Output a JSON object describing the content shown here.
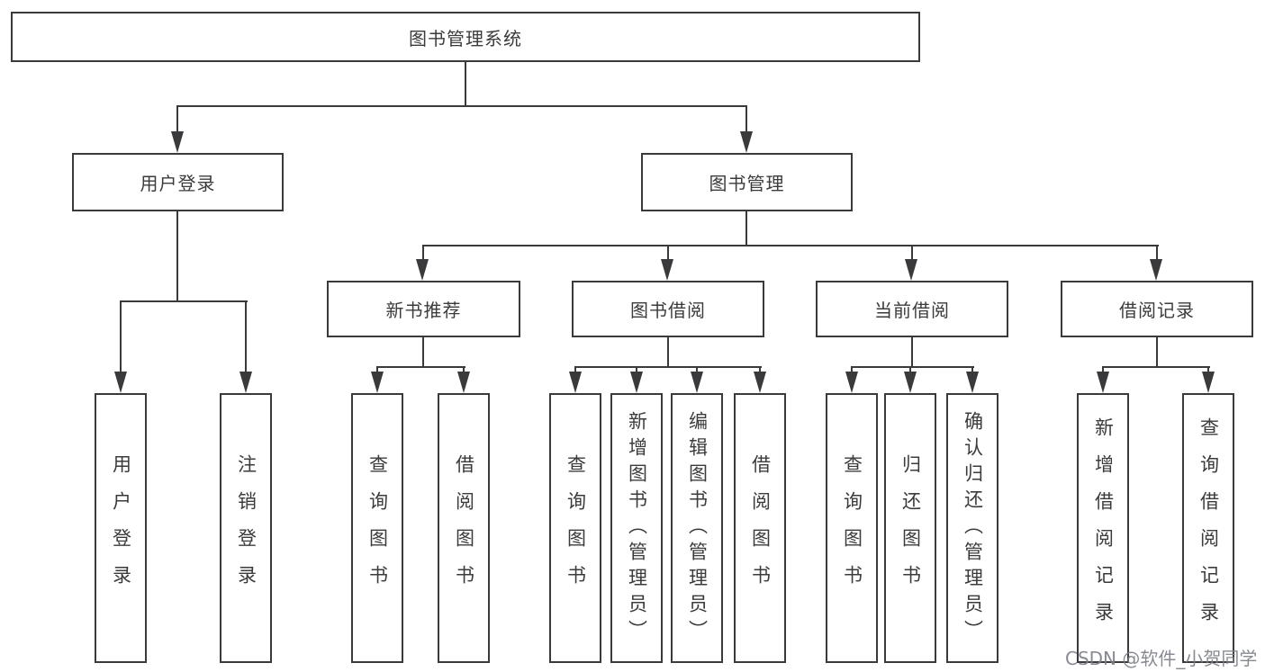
{
  "title": "图书管理系统",
  "colors": {
    "line": "#3a3a3c",
    "text": "#3b3b3d",
    "background": "#ffffff",
    "watermark": "#7a7e85"
  },
  "watermark": {
    "text": "CSDN @软件_小贺同学"
  },
  "diagram": {
    "type": "tree",
    "root": {
      "label": "图书管理系统"
    },
    "branches": [
      {
        "label": "用户登录",
        "children": [
          {
            "label": "用户登录"
          },
          {
            "label": "注销登录"
          }
        ]
      },
      {
        "label": "图书管理",
        "children": [
          {
            "label": "新书推荐",
            "children": [
              {
                "label": "查询图书"
              },
              {
                "label": "借阅图书"
              }
            ]
          },
          {
            "label": "图书借阅",
            "children": [
              {
                "label": "查询图书"
              },
              {
                "label": "新增图书（管理员）"
              },
              {
                "label": "编辑图书（管理员）"
              },
              {
                "label": "借阅图书"
              }
            ]
          },
          {
            "label": "当前借阅",
            "children": [
              {
                "label": "查询图书"
              },
              {
                "label": "归还图书"
              },
              {
                "label": "确认归还（管理员）"
              }
            ]
          },
          {
            "label": "借阅记录",
            "children": [
              {
                "label": "新增借阅记录"
              },
              {
                "label": "查询借阅记录"
              }
            ]
          }
        ]
      }
    ]
  }
}
